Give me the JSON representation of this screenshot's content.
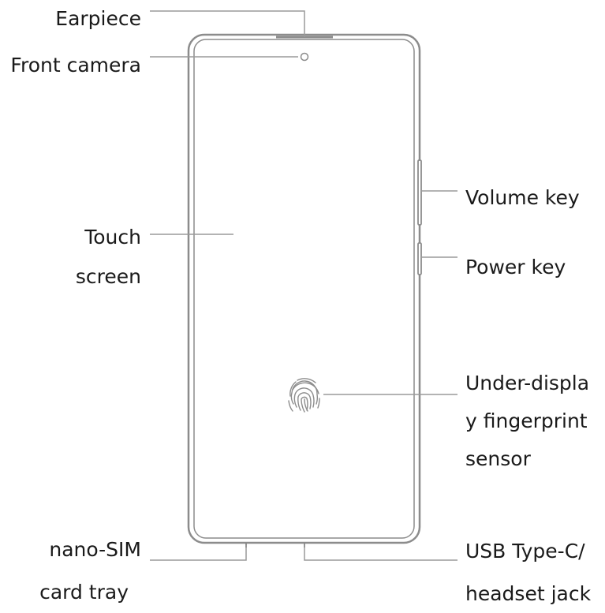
{
  "labels": {
    "earpiece": "Earpiece",
    "front_camera": "Front camera",
    "touch_screen_line1": "Touch",
    "touch_screen_line2": "screen",
    "volume_key": "Volume key",
    "power_key": "Power key",
    "under_display_line1": "Under-displa",
    "under_display_line2": "y fingerprint",
    "under_display_line3": "sensor",
    "sim_line1": "nano-SIM",
    "sim_line2": "card tray",
    "usb_line1": "USB Type-C/",
    "usb_line2": "headset jack"
  },
  "colors": {
    "outline": "#8c8c8c",
    "leader": "#9a9a9a",
    "text": "#1a1a1a"
  },
  "icons": {
    "fingerprint": "fingerprint-icon",
    "camera": "front-camera-dot"
  }
}
